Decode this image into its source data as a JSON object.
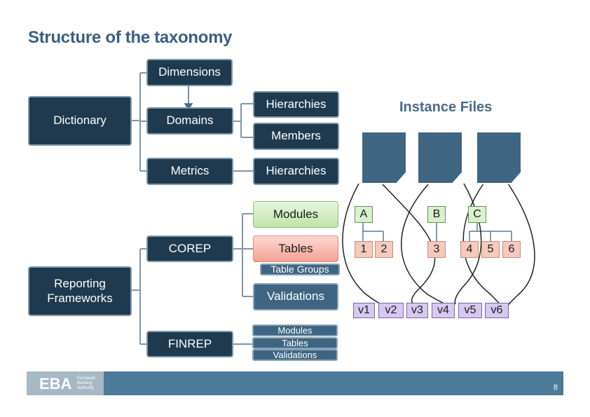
{
  "title": "Structure of the taxonomy",
  "dimensions": "Dimensions",
  "dictionary": "Dictionary",
  "domains": "Domains",
  "metrics": "Metrics",
  "hierarchies_top": "Hierarchies",
  "members": "Members",
  "hierarchies_bottom": "Hierarchies",
  "instance_files": "Instance Files",
  "modules": "Modules",
  "tables": "Tables",
  "table_groups": "Table Groups",
  "validations": "Validations",
  "corep": "COREP",
  "reporting_frameworks": "Reporting Frameworks",
  "finrep": "FINREP",
  "finrep_modules": "Modules",
  "finrep_tables": "Tables",
  "finrep_validations": "Validations",
  "module_labels": [
    "A",
    "B",
    "C"
  ],
  "table_labels": [
    "1",
    "2",
    "3",
    "4",
    "5",
    "6"
  ],
  "validation_labels": [
    "v1",
    "v2",
    "v3",
    "v4",
    "v5",
    "v6"
  ],
  "footer": {
    "logo_text": "EBA",
    "logo_subtext": "European Banking Authority",
    "page_number": "8"
  },
  "colors": {
    "dark_box": "#1f3a4f",
    "slate_box": "#3e6582",
    "accent_title": "#3b5f7e",
    "footer": "#4d7a99"
  }
}
